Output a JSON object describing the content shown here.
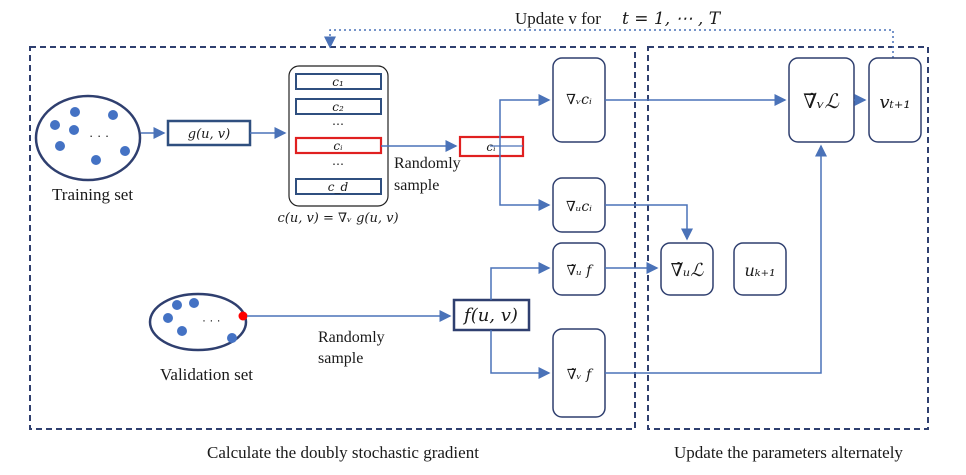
{
  "top_update_label": "Update v for",
  "top_update_math": "t = 1, ⋯ , T",
  "left_panel_caption": "Calculate the doubly stochastic gradient",
  "right_panel_caption": "Update the parameters alternately",
  "training_set_label": "Training set",
  "validation_set_label": "Validation set",
  "ellipsis": "· · ·",
  "g_box": "g(u, v)",
  "c_stack": [
    "c₁",
    "c₂",
    "⋯",
    "cᵢ",
    "⋯",
    "c_d"
  ],
  "c_stack_caption": "c(u, v) = ∇ᵥ g(u, v)",
  "ci_sample": "cᵢ",
  "randomly_sample_top": [
    "Randomly",
    "sample"
  ],
  "randomly_sample_bottom": [
    "Randomly",
    "sample"
  ],
  "f_box": "f(u, v)",
  "grad_v_ci": "∇ᵥcᵢ",
  "grad_u_ci": "∇ᵤcᵢ",
  "grad_u_f": "∇̃ᵤ f",
  "grad_v_f": "∇̃ᵥ f",
  "grad_u_L": "∇̃ᵤℒ",
  "grad_v_L": "∇̃ᵥℒ",
  "u_next": "uₖ₊₁",
  "v_next": "vₜ₊₁",
  "colors": {
    "node_fill": "#4472c4",
    "arrow": "#4a72b8",
    "box_stroke": "#2f4f7f",
    "highlight": "#e02020",
    "dot_red": "#ff0000"
  }
}
